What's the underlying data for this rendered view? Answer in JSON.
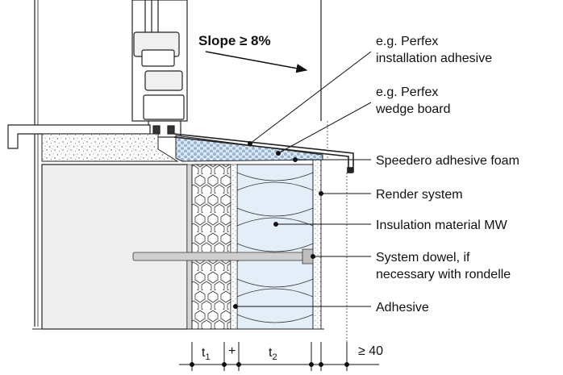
{
  "slope": {
    "label": "Slope ≥ 8%"
  },
  "callouts": [
    {
      "id": "installation-adhesive",
      "lines": [
        "e.g. Perfex",
        "installation adhesive"
      ]
    },
    {
      "id": "wedge-board",
      "lines": [
        "e.g. Perfex",
        "wedge board"
      ]
    },
    {
      "id": "adhesive-foam",
      "lines": [
        "Speedero adhesive foam"
      ]
    },
    {
      "id": "render-system",
      "lines": [
        "Render system"
      ]
    },
    {
      "id": "insulation-material",
      "lines": [
        "Insulation material MW"
      ]
    },
    {
      "id": "system-dowel",
      "lines": [
        "System dowel, if",
        "necessary with rondelle"
      ]
    },
    {
      "id": "adhesive",
      "lines": [
        "Adhesive"
      ]
    }
  ],
  "dimensions": {
    "t1": {
      "base": "t",
      "sub": "1"
    },
    "plus": "+",
    "t2": {
      "base": "t",
      "sub": "2"
    },
    "min_render": "≥ 40"
  }
}
